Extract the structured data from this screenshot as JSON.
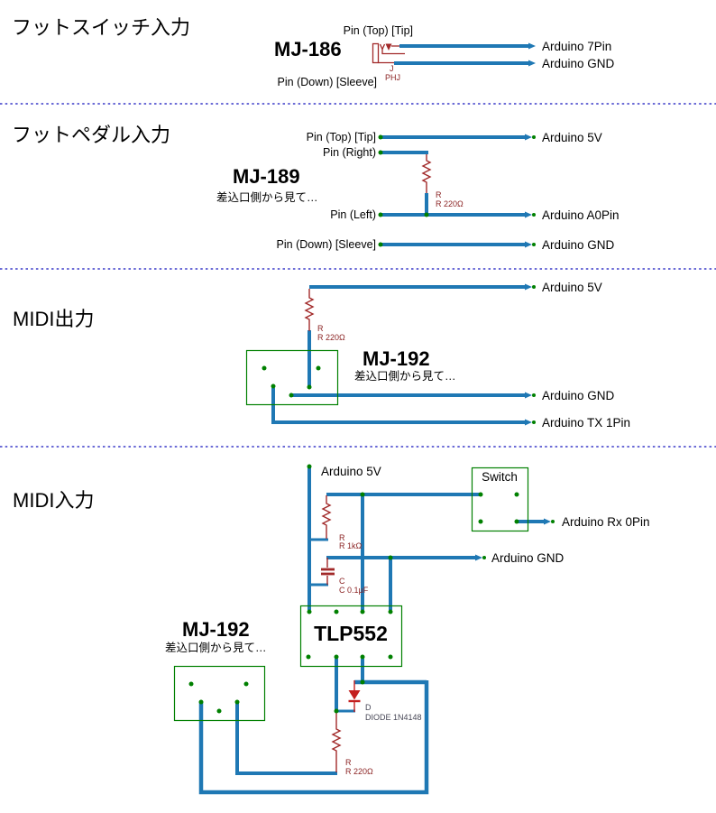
{
  "colors": {
    "wire": "#1f78b4",
    "component": "#a22a2a",
    "diode": "#c41f1f",
    "box_green": "#008000",
    "separator": "#3a3ac8",
    "label_maroon": "#8b2323",
    "text": "#000000"
  },
  "sections": {
    "footswitch": {
      "title": "フットスイッチ入力",
      "part": "MJ-186",
      "pin_top": "Pin (Top) [Tip]",
      "pin_down": "Pin (Down) [Sleeve]",
      "jack": {
        "ref": "J",
        "type": "PHJ"
      },
      "out_tip": "Arduino 7Pin",
      "out_sleeve": "Arduino GND"
    },
    "footpedal": {
      "title": "フットペダル入力",
      "part": "MJ-189",
      "note": "差込口側から見て…",
      "pin_top": "Pin (Top) [Tip]",
      "pin_right": "Pin (Right)",
      "pin_left": "Pin (Left)",
      "pin_down": "Pin (Down) [Sleeve]",
      "out_tip": "Arduino 5V",
      "out_left": "Arduino A0Pin",
      "out_sleeve": "Arduino GND",
      "resistor": {
        "ref": "R",
        "value": "R 220Ω"
      }
    },
    "midi_out": {
      "title": "MIDI出力",
      "part": "MJ-192",
      "note": "差込口側から見て…",
      "out_5v": "Arduino 5V",
      "out_gnd": "Arduino GND",
      "out_tx": "Arduino TX 1Pin",
      "resistor": {
        "ref": "R",
        "value": "R 220Ω"
      }
    },
    "midi_in": {
      "title": "MIDI入力",
      "part": "MJ-192",
      "note": "差込口側から見て…",
      "ic_label": "TLP552",
      "switch_label": "Switch",
      "out_5v": "Arduino 5V",
      "out_rx": "Arduino Rx 0Pin",
      "out_gnd": "Arduino GND",
      "resistor_pullup": {
        "ref": "R",
        "value": "R 1kΩ"
      },
      "resistor_series": {
        "ref": "R",
        "value": "R 220Ω"
      },
      "capacitor": {
        "ref": "C",
        "value": "C 0.1μF"
      },
      "diode": {
        "ref": "D",
        "value": "DIODE 1N4148"
      }
    }
  }
}
